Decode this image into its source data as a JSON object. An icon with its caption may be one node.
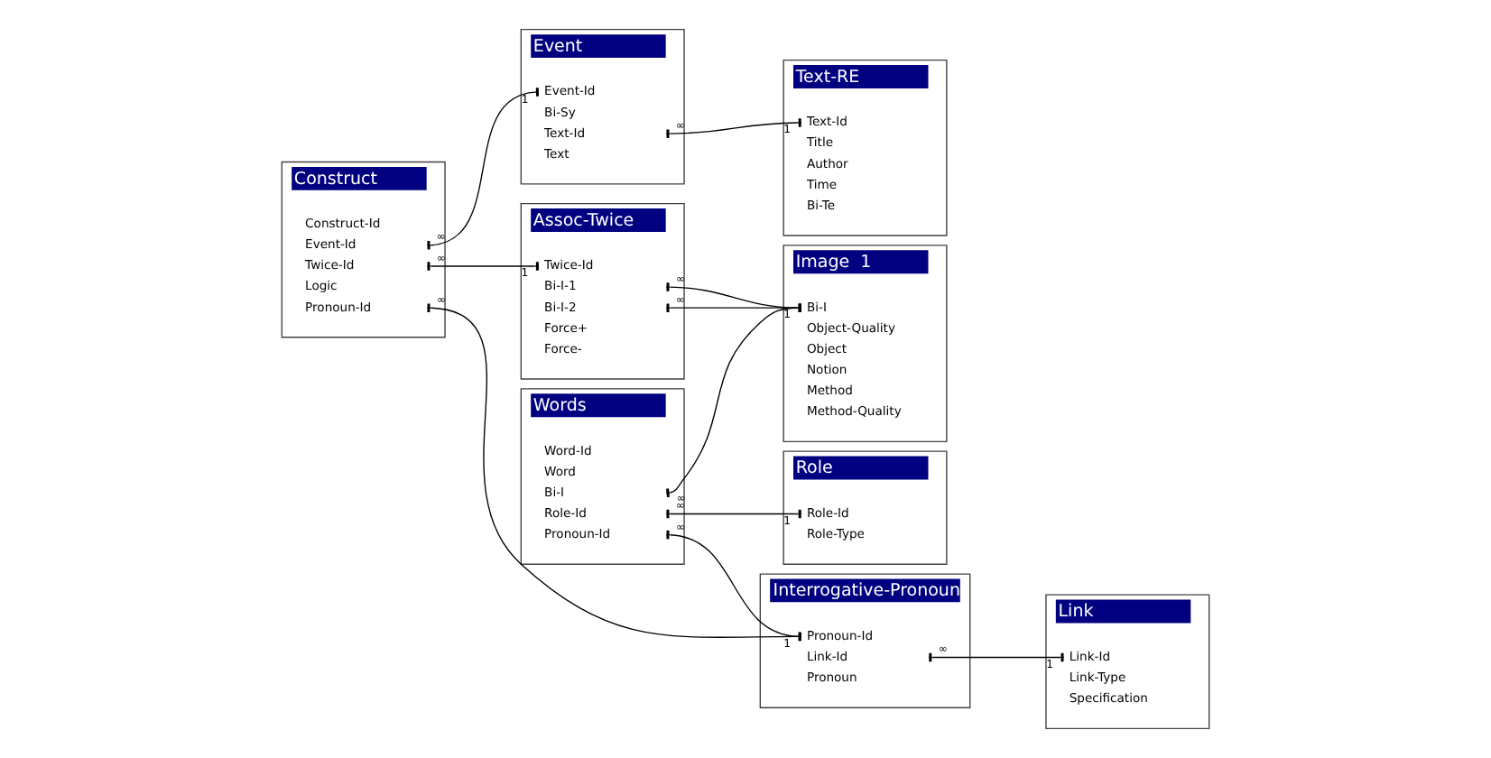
{
  "diagram": {
    "nodes": [
      {
        "text": [
          "Construct"
        ]
      },
      {
        "text": [
          "Construct-Id"
        ],
        "in": 0
      },
      {
        "text": [
          "Pronoun-Id"
        ],
        "in": 0
      },
      {
        "text": [
          "Twice-Id"
        ],
        "in": 0
      },
      {
        "text": [
          "Logic"
        ],
        "in": 0
      },
      {
        "text": [
          "Event-Id"
        ],
        "in": 0
      },
      {
        "text": [
          "Words"
        ]
      },
      {
        "text": [
          "Word-Id"
        ],
        "in": 6
      },
      {
        "text": [
          "Word"
        ],
        "in": 6
      },
      {
        "text": [
          "Pronoun-Id"
        ],
        "in": 6
      },
      {
        "text": [
          "Bi-I"
        ],
        "in": 6
      },
      {
        "text": [
          "Role-Id"
        ],
        "in": 6
      },
      {
        "text": [
          "Interrogative-Pronoun"
        ]
      },
      {
        "text": [
          "Pronoun-Id"
        ],
        "in": 12
      },
      {
        "text": [
          "Link-Id"
        ],
        "in": 12
      },
      {
        "text": [
          "Pronoun"
        ],
        "in": 12
      },
      {
        "text": [
          "Assoc-Twice"
        ]
      },
      {
        "text": [
          "Twice-Id"
        ],
        "in": 16
      },
      {
        "text": [
          "Bi-I-1"
        ],
        "in": 16
      },
      {
        "text": [
          "Bi-I-2"
        ],
        "in": 16
      },
      {
        "text": [
          "Force+"
        ],
        "in": 16
      },
      {
        "text": [
          "Force-"
        ],
        "in": 16
      },
      {
        "text": [
          "Event"
        ]
      },
      {
        "text": [
          "Event-Id"
        ],
        "in": 22
      },
      {
        "text": [
          "Bi-Sy"
        ],
        "in": 22
      },
      {
        "text": [
          "Text-Id"
        ],
        "in": 22
      },
      {
        "text": [
          "Text"
        ],
        "in": 22
      },
      {
        "text": [
          "Link"
        ]
      },
      {
        "text": [
          "Link-Id"
        ],
        "in": 27
      },
      {
        "text": [
          "Link-Type"
        ],
        "in": 27
      },
      {
        "text": [
          "Specification"
        ],
        "in": 27
      },
      {
        "text": [
          "Image  1"
        ]
      },
      {
        "text": [
          "Bi-I"
        ],
        "in": 31
      },
      {
        "text": [
          "Object-Quality"
        ],
        "in": 31
      },
      {
        "text": [
          "Object"
        ],
        "in": 31
      },
      {
        "text": [
          "Notion"
        ],
        "in": 31
      },
      {
        "text": [
          "Method"
        ],
        "in": 31
      },
      {
        "text": [
          "Method-Quality"
        ],
        "in": 31
      },
      {
        "text": [
          "Text-RE"
        ]
      },
      {
        "text": [
          "Text-Id"
        ],
        "in": 38
      },
      {
        "text": [
          "Title"
        ],
        "in": 38
      },
      {
        "text": [
          "Author"
        ],
        "in": 38
      },
      {
        "text": [
          "Time"
        ],
        "in": 38
      },
      {
        "text": [
          "Bi-Te"
        ],
        "in": 38
      },
      {
        "text": [
          "Role"
        ]
      },
      {
        "text": [
          "Role-Id"
        ],
        "in": 44
      },
      {
        "text": [
          "Role-Type"
        ],
        "in": 44
      }
    ],
    "edges": [
      {
        "from": 2,
        "to": 13,
        "arrow": "other"
      },
      {
        "from": 3,
        "to": 17,
        "arrow": "other"
      },
      {
        "from": 5,
        "to": 23,
        "arrow": "other"
      },
      {
        "from": 9,
        "to": 13,
        "arrow": "other"
      },
      {
        "from": 10,
        "to": 32,
        "arrow": "other"
      },
      {
        "from": 11,
        "to": 45,
        "arrow": "other"
      },
      {
        "from": 14,
        "to": 28,
        "arrow": "other"
      },
      {
        "from": 18,
        "to": 32,
        "arrow": "other"
      },
      {
        "from": 19,
        "to": 32,
        "arrow": "other"
      },
      {
        "from": 25,
        "to": 39,
        "arrow": "other"
      }
    ],
    "labels": [
      "∞",
      "∞",
      "∞",
      "∞",
      "∞",
      "∞",
      "1",
      "∞",
      "1",
      "∞",
      "∞",
      "1",
      "∞",
      "1",
      "1",
      "1",
      "1"
    ]
  }
}
